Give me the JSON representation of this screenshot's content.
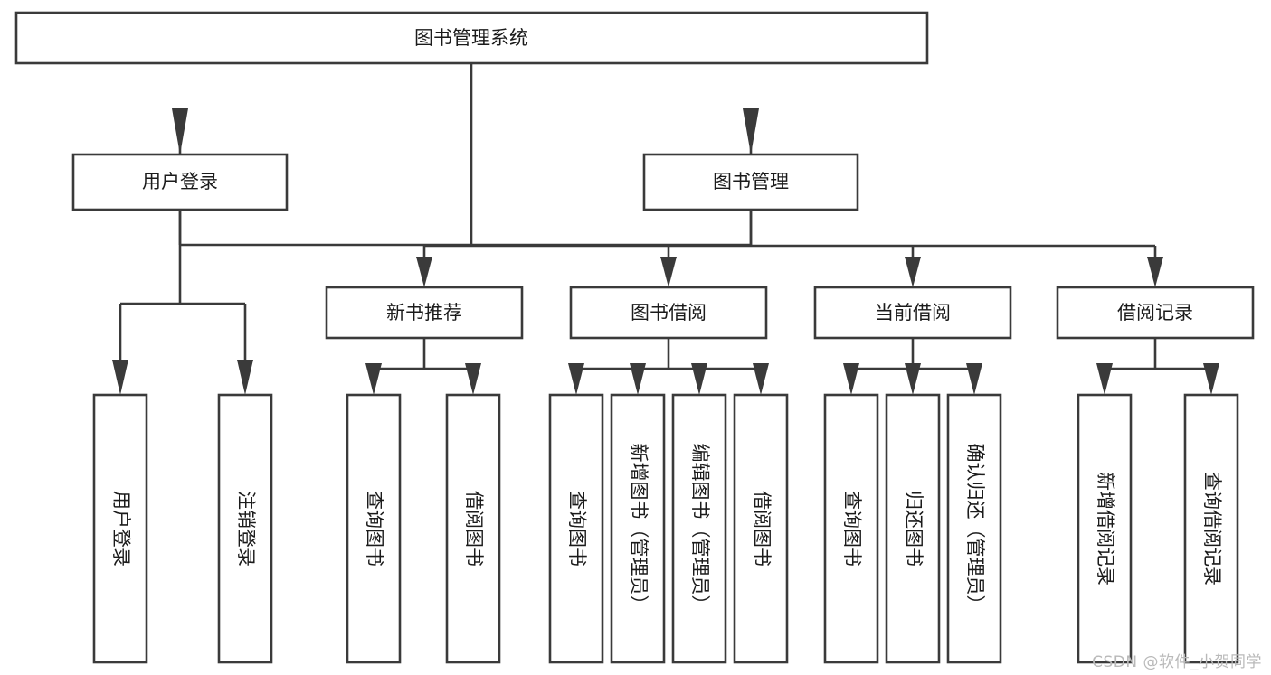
{
  "diagram": {
    "type": "tree-hierarchy-chart",
    "title_node": {
      "id": "root",
      "label": "图书管理系统"
    },
    "level1": [
      {
        "id": "user-login",
        "label": "用户登录"
      },
      {
        "id": "book-manage",
        "label": "图书管理"
      }
    ],
    "level2": [
      {
        "id": "new-book-rec",
        "label": "新书推荐",
        "parent": "book-manage"
      },
      {
        "id": "book-borrow",
        "label": "图书借阅",
        "parent": "book-manage"
      },
      {
        "id": "current-borrow",
        "label": "当前借阅",
        "parent": "book-manage"
      },
      {
        "id": "borrow-record",
        "label": "借阅记录",
        "parent": "book-manage"
      }
    ],
    "leaves": {
      "user-login": [
        {
          "id": "leaf-user-login",
          "label": "用户登录"
        },
        {
          "id": "leaf-logout",
          "label": "注销登录"
        }
      ],
      "new-book-rec": [
        {
          "id": "leaf-query-book-1",
          "label": "查询图书"
        },
        {
          "id": "leaf-borrow-book-1",
          "label": "借阅图书"
        }
      ],
      "book-borrow": [
        {
          "id": "leaf-query-book-2",
          "label": "查询图书"
        },
        {
          "id": "leaf-add-book",
          "label": "新增图书（管理员）"
        },
        {
          "id": "leaf-edit-book",
          "label": "编辑图书（管理员）"
        },
        {
          "id": "leaf-borrow-book-2",
          "label": "借阅图书"
        }
      ],
      "current-borrow": [
        {
          "id": "leaf-query-book-3",
          "label": "查询图书"
        },
        {
          "id": "leaf-return-book",
          "label": "归还图书"
        },
        {
          "id": "leaf-confirm-return",
          "label": "确认归还（管理员）"
        }
      ],
      "borrow-record": [
        {
          "id": "leaf-add-record",
          "label": "新增借阅记录"
        },
        {
          "id": "leaf-query-record",
          "label": "查询借阅记录"
        }
      ]
    },
    "colors": {
      "box_fill": "#ffffff",
      "box_stroke": "#3a3a3a",
      "text": "#1b1b1b",
      "background": "#ffffff",
      "watermark": "#b9b9b9"
    }
  },
  "watermark": {
    "text": "CSDN @软件_小贺同学"
  }
}
